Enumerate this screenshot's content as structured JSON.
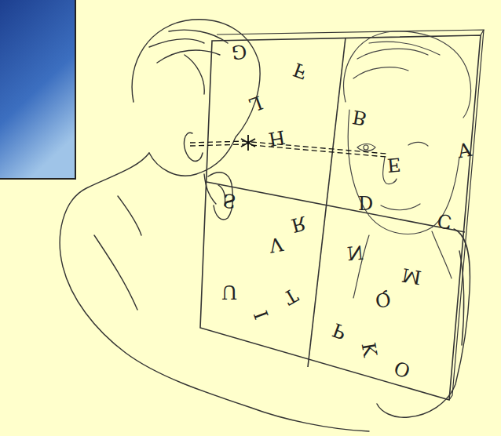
{
  "diagram": {
    "labels": [
      "G",
      "F",
      "L",
      "B",
      "A",
      "H",
      "E",
      "D",
      "S",
      "R",
      "C",
      "V",
      "N",
      "U",
      "T",
      "I",
      "Q",
      "M",
      "P",
      "K",
      "O"
    ]
  }
}
